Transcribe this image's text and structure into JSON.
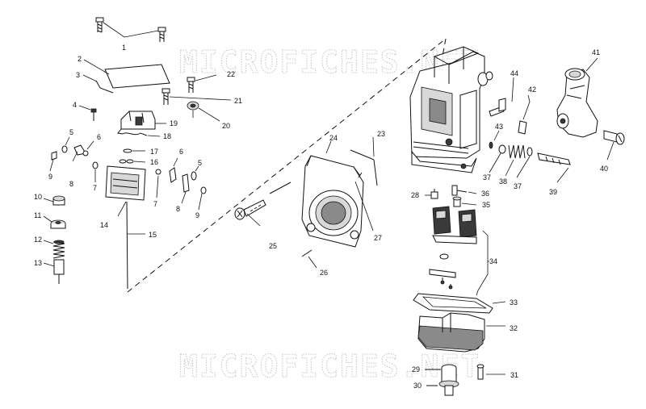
{
  "watermark": {
    "top_text": "MICROFICHES.NET",
    "bottom_text": "MICROFICHES.NET"
  },
  "labels": {
    "p1": "1",
    "p2": "2",
    "p3": "3",
    "p4": "4",
    "p5a": "5",
    "p5b": "5",
    "p6a": "6",
    "p6b": "6",
    "p7a": "7",
    "p7b": "7",
    "p8a": "8",
    "p8b": "8",
    "p9a": "9",
    "p9b": "9",
    "p10": "10",
    "p11": "11",
    "p12": "12",
    "p13": "13",
    "p14": "14",
    "p15": "15",
    "p16": "16",
    "p17": "17",
    "p18": "18",
    "p19": "19",
    "p20": "20",
    "p21": "21",
    "p22": "22",
    "p23": "23",
    "p24": "24",
    "p25": "25",
    "p26": "26",
    "p27": "27",
    "p28": "28",
    "p29": "29",
    "p30": "30",
    "p31": "31",
    "p32": "32",
    "p33": "33",
    "p34": "34",
    "p35": "35",
    "p36": "36",
    "p37a": "37",
    "p37b": "37",
    "p38": "38",
    "p39": "39",
    "p40": "40",
    "p41": "41",
    "p42": "42",
    "p43": "43",
    "p44": "44"
  }
}
